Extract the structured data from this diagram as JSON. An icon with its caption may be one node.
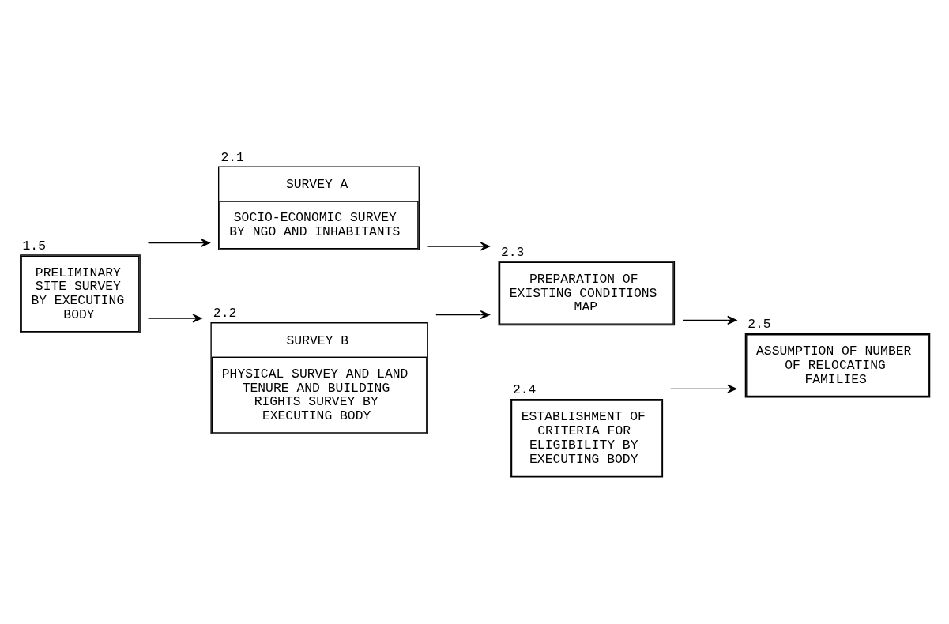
{
  "diagram": {
    "nodes": [
      {
        "text": [
          "1.5",
          "PRELIMINARY SITE SURVEY BY EXECUTING BODY"
        ]
      },
      {
        "text": [
          "2.1",
          "SURVEY A",
          "SOCIO-ECONOMIC SURVEY BY NGO AND INHABITANTS"
        ]
      },
      {
        "text": [
          "2.2",
          "SURVEY B",
          "PHYSICAL SURVEY AND LAND TENURE AND BUILDING RIGHTS SURVEY BY EXECUTING BODY"
        ]
      },
      {
        "text": [
          "2.3",
          "PREPARATION OF EXISTING CONDITIONS MAP"
        ]
      },
      {
        "text": [
          "2.5",
          "ASSUMPTION OF NUMBER OF RELOCATING FAMILIES"
        ]
      },
      {
        "text": [
          "2.4",
          "ESTABLISHMENT OF CRITERIA FOR ELIGIBILITY BY EXECUTING BODY"
        ]
      }
    ],
    "edges": [
      {
        "from": 0,
        "to": 1,
        "arrow": "to"
      },
      {
        "from": 0,
        "to": 2,
        "arrow": "to"
      },
      {
        "from": 1,
        "to": 3,
        "arrow": "to"
      },
      {
        "from": 2,
        "to": 3,
        "arrow": "to"
      },
      {
        "from": 3,
        "to": 4,
        "arrow": "to"
      },
      {
        "from": 5,
        "to": 4,
        "arrow": "to"
      }
    ]
  }
}
